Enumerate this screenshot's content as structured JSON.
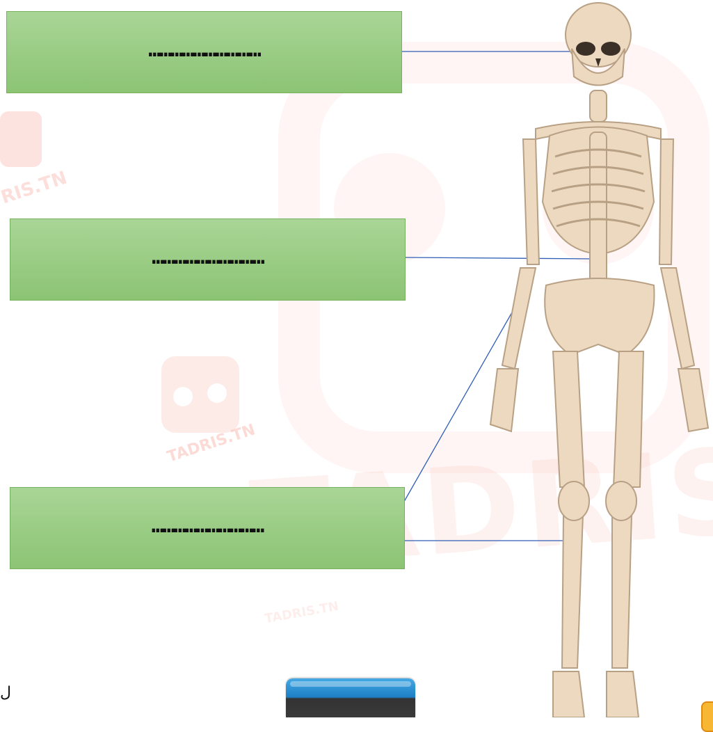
{
  "labels": [
    {
      "placeholder": "…………………………"
    },
    {
      "placeholder": "…………………………"
    },
    {
      "placeholder": "…………………………"
    }
  ],
  "watermark": {
    "brand": "TADRIS.TN",
    "partial_left": "RIS.TN"
  },
  "side_text": "ل",
  "colors": {
    "box_fill": "#98cc80",
    "box_border": "#78b15d",
    "connector": "#2f5eb5",
    "button_top": "#2a8ed6",
    "button_bottom": "#3a3a3a",
    "corner_tab": "#f7b733"
  }
}
